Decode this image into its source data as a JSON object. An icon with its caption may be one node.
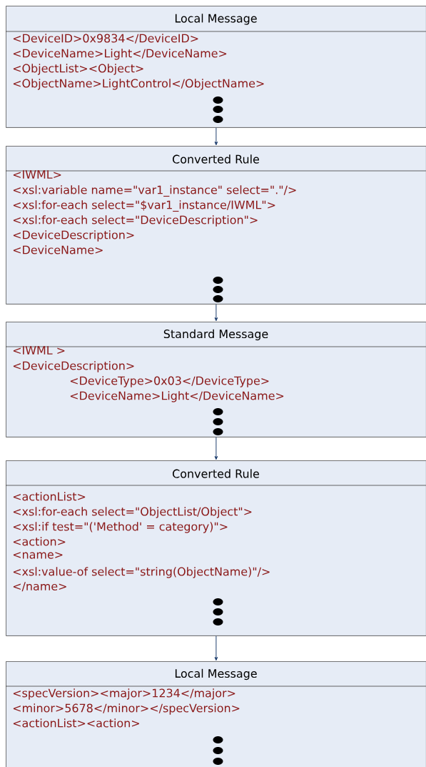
{
  "diagram": {
    "nodes": [
      {
        "text": [
          "Local Message",
          "<DeviceID>0x9834</DeviceID>",
          "<DeviceName>Light</DeviceName>",
          "<ObjectList><Object>",
          "<ObjectName>LightControl</ObjectName>"
        ]
      },
      {
        "text": [
          "Converted Rule",
          "<IWML>",
          "<xsl:variable name=\"var1_instance\" select=\".\"/>",
          "<xsl:for-each select=\"$var1_instance/IWML\">",
          "<xsl:for-each select=\"DeviceDescription\">",
          "<DeviceDescription>",
          "<DeviceName>"
        ]
      },
      {
        "text": [
          "Standard Message",
          "<IWML >",
          "<DeviceDescription>",
          "<DeviceType>0x03</DeviceType>",
          "<DeviceName>Light</DeviceName>"
        ]
      },
      {
        "text": [
          "Converted Rule",
          "<actionList>",
          "<xsl:for-each select=\"ObjectList/Object\">",
          "<xsl:if test=\"('Method' = category)\">",
          "<action>",
          "<name>",
          "<xsl:value-of select=\"string(ObjectName)\"/>",
          "</name>"
        ]
      },
      {
        "text": [
          "Local Message",
          "<specVersion><major>1234</major>",
          "<minor>5678</minor></specVersion>",
          "<actionList><action>"
        ]
      }
    ],
    "edges": [
      {
        "from": 0,
        "to": 1,
        "arrow": "to"
      },
      {
        "from": 1,
        "to": 2,
        "arrow": "to"
      },
      {
        "from": 2,
        "to": 3,
        "arrow": "to"
      },
      {
        "from": 3,
        "to": 4,
        "arrow": "to"
      }
    ]
  }
}
